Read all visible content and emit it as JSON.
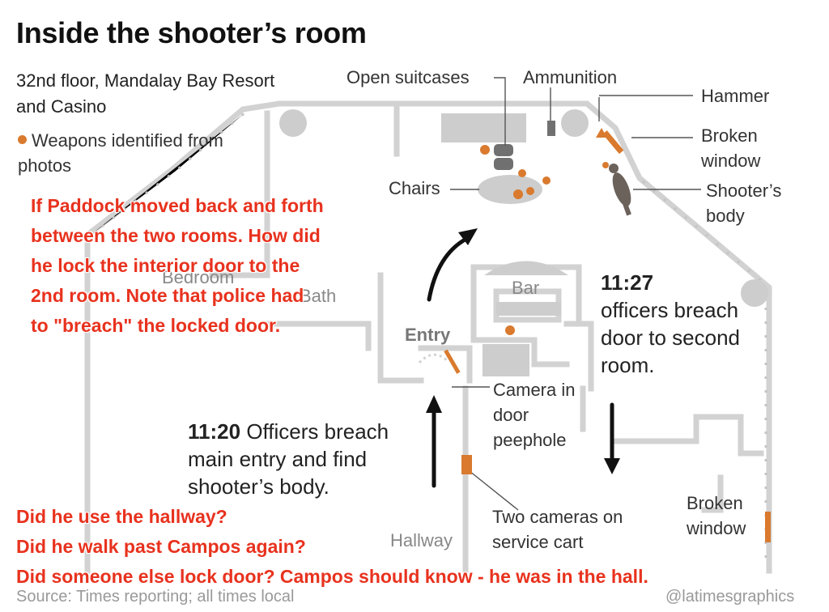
{
  "title": "Inside the shooter’s room",
  "subtitle": "32nd floor, Mandalay Bay Resort and Casino",
  "legend": {
    "label": "Weapons identified from photos",
    "color": "#d97a2e"
  },
  "labels": {
    "open_suitcases": "Open suitcases",
    "ammunition": "Ammunition",
    "hammer": "Hammer",
    "broken_window_top": "Broken window",
    "chairs": "Chairs",
    "shooters_body": "Shooter’s body",
    "bar": "Bar",
    "entry": "Entry",
    "bedroom": "Bedroom",
    "bath": "Bath",
    "camera_peephole": "Camera in door peephole",
    "two_cameras": "Two cameras on service cart",
    "hallway": "Hallway",
    "broken_window_bottom": "Broken window"
  },
  "timeline": {
    "t1127_time": "11:27",
    "t1127_text": "officers breach door to second room.",
    "t1120_time": "11:20",
    "t1120_text": "Officers breach main entry and find shooter’s body."
  },
  "annotations": {
    "red_block": [
      "If Paddock moved back and forth",
      "between the two rooms. How did",
      "he lock the interior door to the",
      "2nd room. Note that police had",
      "to \"breach\" the locked door."
    ],
    "questions": [
      "Did he use the hallway?",
      "Did he walk past Campos again?",
      "Did someone else lock door? Campos should know - he was in the hall."
    ]
  },
  "footer": {
    "source": "Source: Times reporting; all times local",
    "credit": "@latimesgraphics"
  },
  "colors": {
    "wall": "#d2d2d2",
    "furniture": "#cdcdcd",
    "accent": "#d97a2e",
    "annotation": "#e8321e",
    "arrow": "#111111"
  }
}
